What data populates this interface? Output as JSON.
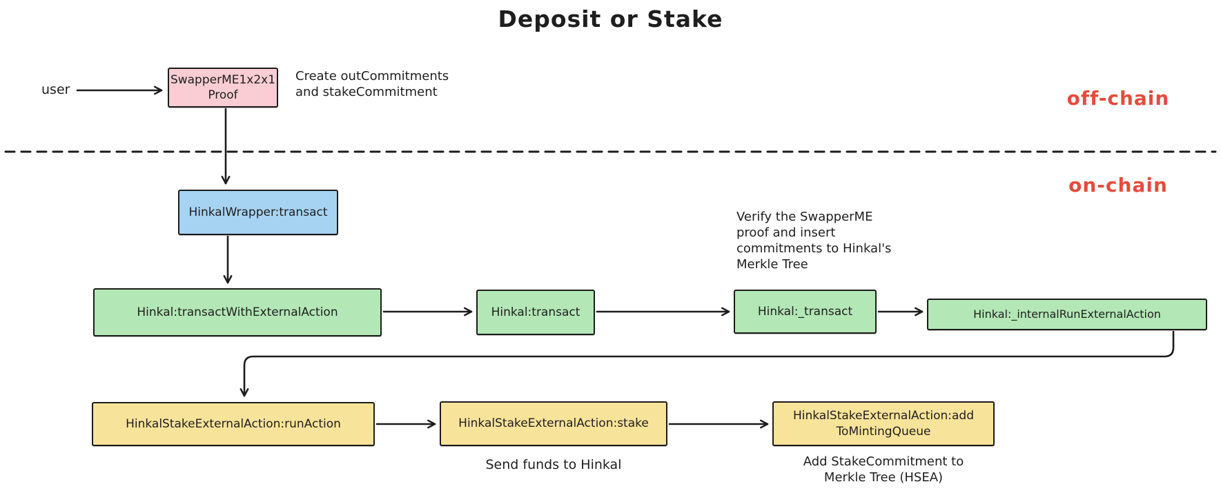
{
  "title": "Deposit or Stake",
  "zones": {
    "off_chain": "off-chain",
    "on_chain": "on-chain"
  },
  "actor": {
    "label": "user"
  },
  "nodes": {
    "proof": {
      "line1": "SwapperME1x2x1",
      "line2": "Proof"
    },
    "wrapper": {
      "label": "HinkalWrapper:transact"
    },
    "transact_with_external_action": {
      "label": "Hinkal:transactWithExternalAction"
    },
    "transact": {
      "label": "Hinkal:transact"
    },
    "internal_transact": {
      "label": "Hinkal:_transact"
    },
    "internal_run_external_action": {
      "label": "Hinkal:_internalRunExternalAction"
    },
    "run_action": {
      "label": "HinkalStakeExternalAction:runAction"
    },
    "stake": {
      "label": "HinkalStakeExternalAction:stake"
    },
    "add_to_minting_queue": {
      "line1": "HinkalStakeExternalAction:add",
      "line2": "ToMintingQueue"
    }
  },
  "annotations": {
    "create_commitments": {
      "line1": "Create outCommitments",
      "line2": "and stakeCommitment"
    },
    "verify": {
      "line1": "Verify the SwapperME",
      "line2": "proof and insert",
      "line3": "commitments to Hinkal's",
      "line4": "Merkle Tree"
    },
    "send_funds": "Send funds to Hinkal",
    "add_stake_commitment": {
      "line1": "Add StakeCommitment to",
      "line2": "Merkle Tree (HSEA)"
    }
  },
  "colors": {
    "pink": "#f9cdd3",
    "blue": "#a7d3f2",
    "green": "#b3e7b6",
    "yellow": "#f8e39a",
    "red": "#e64c3c",
    "ink": "#1e1e1e"
  }
}
